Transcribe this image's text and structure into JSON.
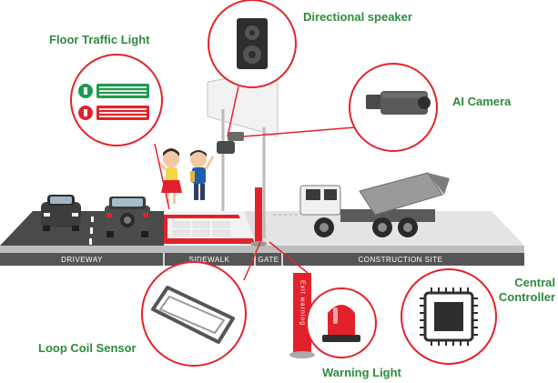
{
  "labels": {
    "floor_traffic_light": "Floor Traffic Light",
    "directional_speaker": "Directional speaker",
    "ai_camera": "AI Camera",
    "central_controller_1": "Central",
    "central_controller_2": "Controller",
    "loop_coil_sensor": "Loop Coil Sensor",
    "warning_light": "Warning Light"
  },
  "zones": {
    "driveway": "DRIVEWAY",
    "sidewalk": "SIDEWALK",
    "gate": "GATE",
    "construction_site": "CONSTRUCTION SITE"
  },
  "pole_text": "Exit warning",
  "colors": {
    "callout_ring": "#e2222b",
    "label_green": "#2e8b3d",
    "road": "#4a4a4a",
    "ground": "#dcdcdc",
    "zone_bar": "#555555",
    "accent_red": "#e2222b"
  },
  "icons": [
    "speaker-icon",
    "camera-icon",
    "chip-icon",
    "loop-coil-icon",
    "beacon-icon",
    "pedestrian-icon"
  ]
}
